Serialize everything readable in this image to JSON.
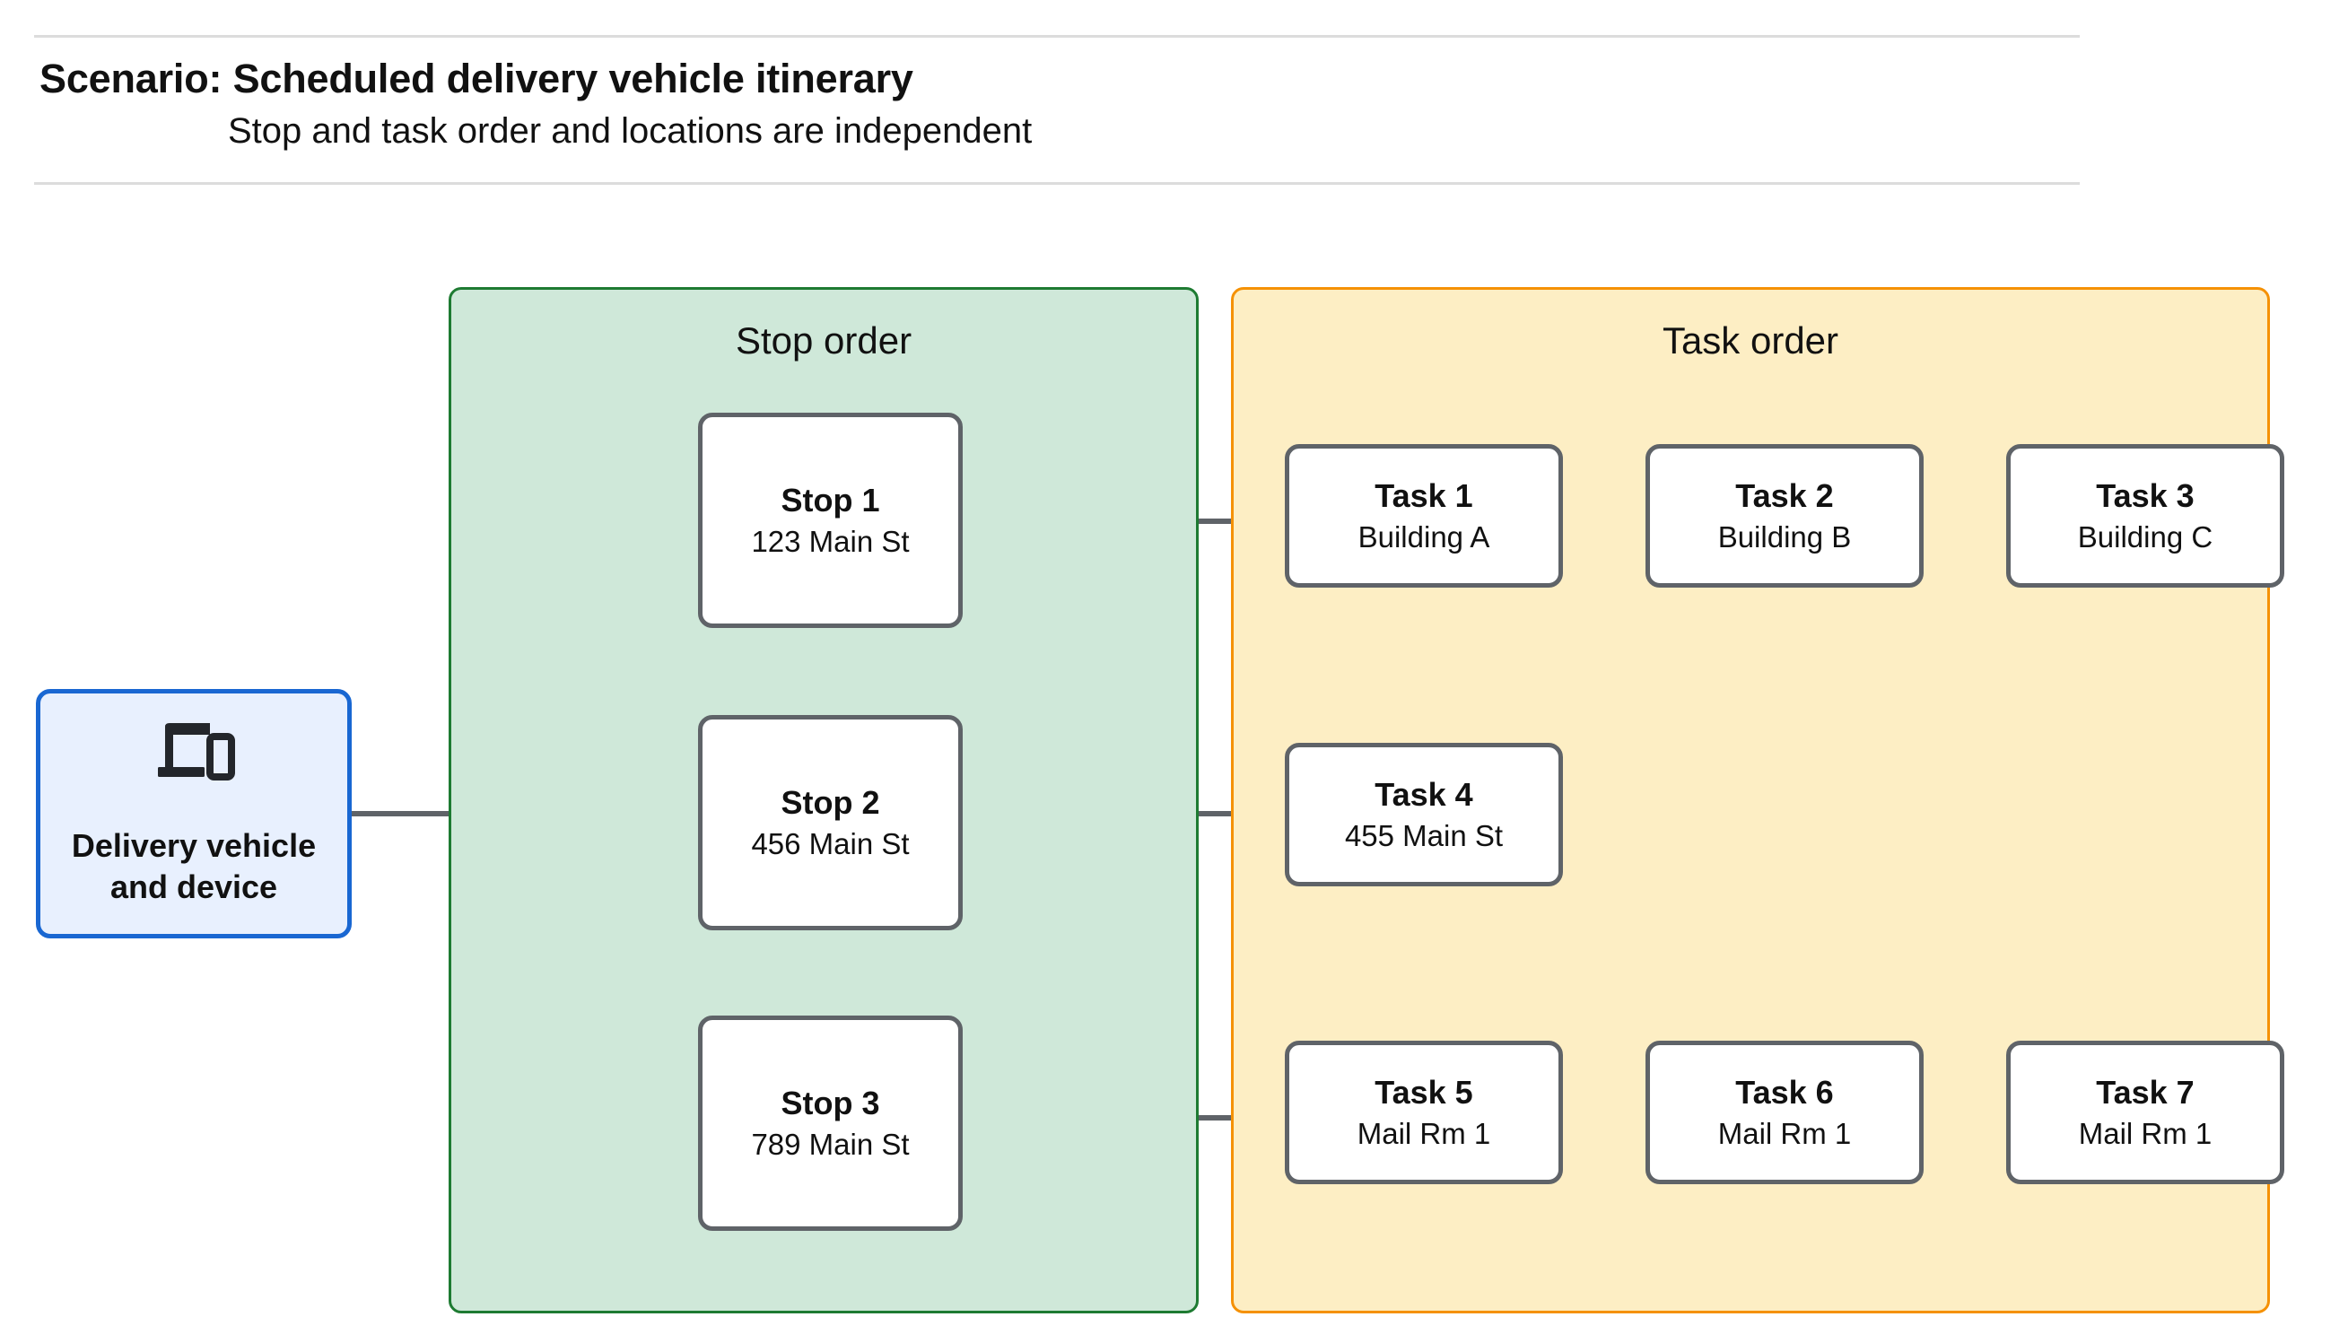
{
  "header": {
    "title": "Scenario: Scheduled delivery vehicle itinerary",
    "subtitle": "Stop and task order and locations are independent"
  },
  "vehicle": {
    "icon": "devices-icon",
    "label_line1": "Delivery vehicle",
    "label_line2": "and device"
  },
  "stop_panel": {
    "title": "Stop order",
    "fill_color": "#cfe8d9",
    "border_color": "#1e7b32",
    "stops": [
      {
        "title": "Stop 1",
        "address": "123 Main St"
      },
      {
        "title": "Stop 2",
        "address": "456 Main St"
      },
      {
        "title": "Stop 3",
        "address": "789 Main St"
      }
    ]
  },
  "task_panel": {
    "title": "Task order",
    "fill_color": "#fdeec4",
    "border_color": "#f59105",
    "rows": [
      {
        "tasks": [
          {
            "title": "Task 1",
            "location": "Building A"
          },
          {
            "title": "Task 2",
            "location": "Building B"
          },
          {
            "title": "Task 3",
            "location": "Building C"
          }
        ]
      },
      {
        "tasks": [
          {
            "title": "Task 4",
            "location": "455 Main St"
          }
        ]
      },
      {
        "tasks": [
          {
            "title": "Task 5",
            "location": "Mail Rm 1"
          },
          {
            "title": "Task 6",
            "location": "Mail Rm 1"
          },
          {
            "title": "Task 7",
            "location": "Mail Rm 1"
          }
        ]
      }
    ]
  },
  "colors": {
    "node_border": "#5f6368",
    "node_fill": "#ffffff",
    "vehicle_border": "#1967d2",
    "vehicle_fill": "#e8f0fe",
    "connector": "#5f6368",
    "rule": "#dcdcdc",
    "text": "#111111"
  }
}
